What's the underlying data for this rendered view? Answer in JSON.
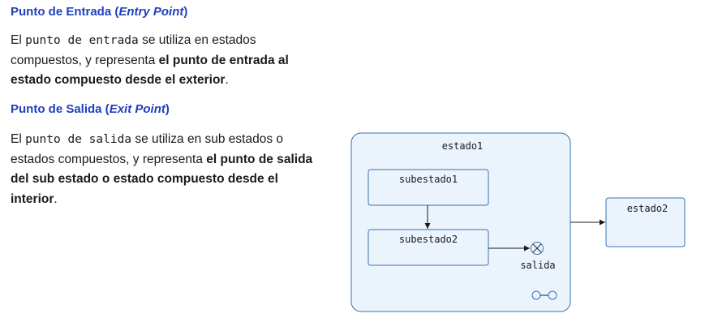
{
  "sections": {
    "entry": {
      "title_main": "Punto de Entrada (",
      "title_em": "Entry Point",
      "title_close": ")",
      "text_1": "El ",
      "code": "punto de entrada",
      "text_2": " se utiliza en estados compuestos, y representa ",
      "bold": "el punto de entrada al estado compuesto desde el exterior",
      "text_3": "."
    },
    "exit": {
      "title_main": "Punto de Salida (",
      "title_em": "Exit Point",
      "title_close": ")",
      "text_1": "El ",
      "code": "punto de salida",
      "text_2": " se utiliza en sub estados o estados compuestos, y representa ",
      "bold": "el punto de salida del sub estado o estado compuesto desde el interior",
      "text_3": "."
    }
  },
  "diagram": {
    "composite_state": "estado1",
    "substate_1": "subestado1",
    "substate_2": "subestado2",
    "exit_point_label": "salida",
    "external_state": "estado2",
    "colors": {
      "state_fill": "#ebf4fc",
      "state_stroke": "#3a6fb0",
      "line": "#1a1a1a",
      "heading": "#1f3fbf"
    }
  }
}
